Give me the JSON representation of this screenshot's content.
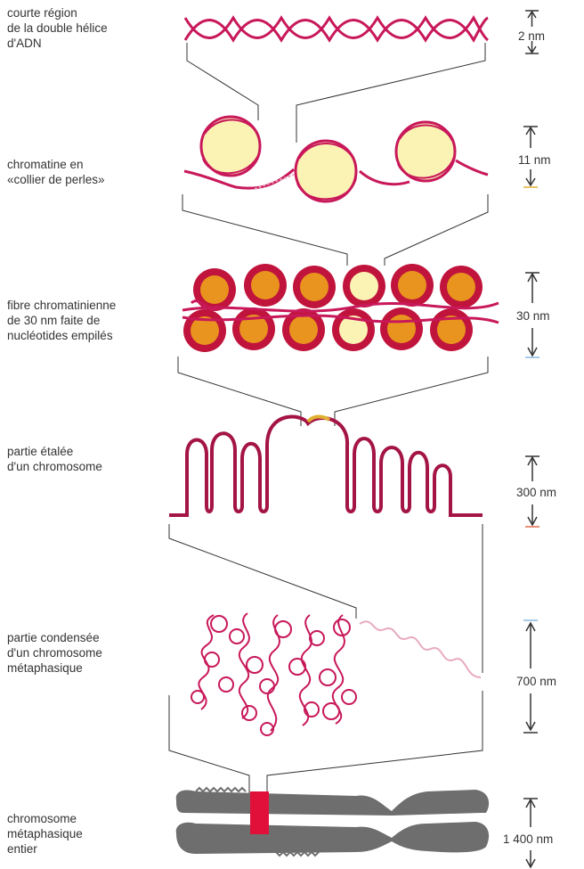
{
  "levels": [
    {
      "label": "courte région\nde la double hélice\nd'ADN",
      "measure": "2 nm"
    },
    {
      "label": "chromatine en\n«collier de perles»",
      "measure": "11 nm"
    },
    {
      "label": "fibre chromatinienne\nde 30 nm faite de\nnucléotides empilés",
      "measure": "30 nm"
    },
    {
      "label": "partie étalée\nd'un chromosome",
      "measure": "300 nm"
    },
    {
      "label": "partie condensée\nd'un chromosome\nmétaphasique",
      "measure": "700 nm"
    },
    {
      "label": "chromosome\nmétaphasique\nentier",
      "measure": "1 400 nm"
    }
  ],
  "colors": {
    "dna": "#c8185a",
    "bead_fill": "#fbf3b4",
    "nucleosome": "#e8941e",
    "fiber_red": "#c0143c",
    "connector": "#333333",
    "chromosome": "#6e6e6e",
    "chromosome_highlight": "#e0103a",
    "text": "#333333"
  }
}
